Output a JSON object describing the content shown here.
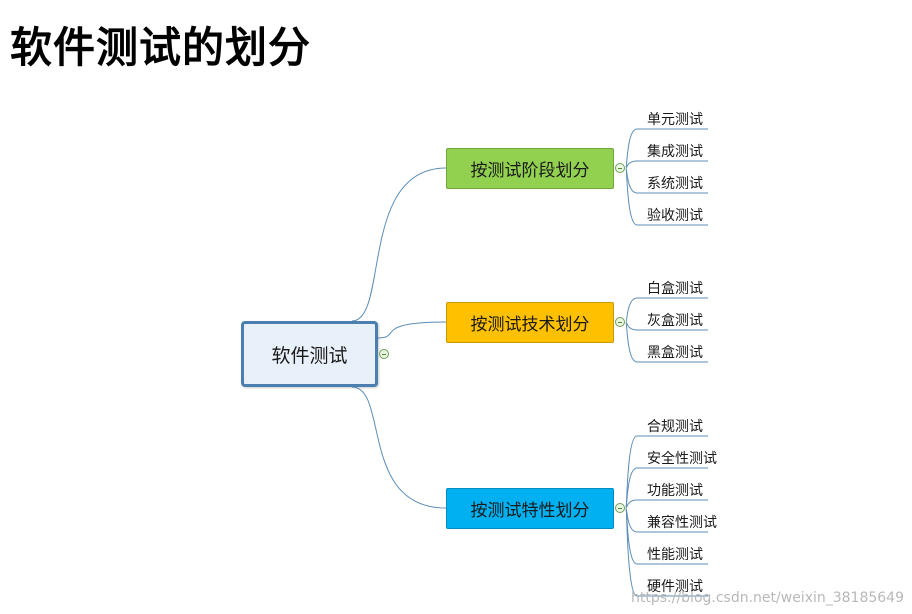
{
  "title": "软件测试的划分",
  "root": {
    "label": "软件测试"
  },
  "branches": [
    {
      "label": "按测试阶段划分",
      "color": "#92d050",
      "leaves": [
        "单元测试",
        "集成测试",
        "系统测试",
        "验收测试"
      ]
    },
    {
      "label": "按测试技术划分",
      "color": "#ffc000",
      "leaves": [
        "白盒测试",
        "灰盒测试",
        "黑盒测试"
      ]
    },
    {
      "label": "按测试特性划分",
      "color": "#00b0f0",
      "leaves": [
        "合规测试",
        "安全性测试",
        "功能测试",
        "兼容性测试",
        "性能测试",
        "硬件测试"
      ]
    }
  ],
  "watermark": "https://blog.csdn.net/weixin_38185649",
  "colors": {
    "edge": "#5b8db8",
    "toggle": "#6ea15a"
  }
}
